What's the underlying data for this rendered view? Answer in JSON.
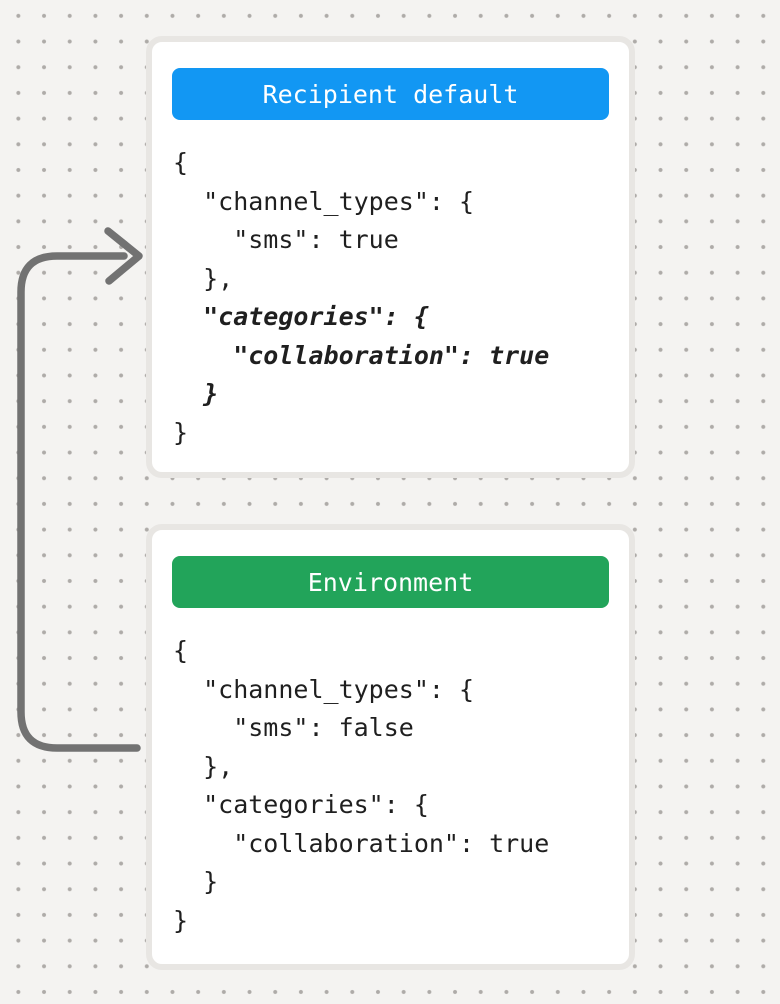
{
  "page": {
    "background": "#f4f3f1",
    "dot_color": "#aeaba8"
  },
  "arrow": {
    "color": "#727272",
    "meaning": "environment-default-merges-into-recipient-default"
  },
  "cards": [
    {
      "id": "recipient-default",
      "title": "Recipient default",
      "header_bg": "#1297f3",
      "code_lines": [
        {
          "text": "{",
          "inherited": false
        },
        {
          "text": "  \"channel_types\": {",
          "inherited": false
        },
        {
          "text": "    \"sms\": true",
          "inherited": false
        },
        {
          "text": "  },",
          "inherited": false
        },
        {
          "text": "  \"categories\": {",
          "inherited": true
        },
        {
          "text": "    \"collaboration\": true",
          "inherited": true
        },
        {
          "text": "  }",
          "inherited": true
        },
        {
          "text": "}",
          "inherited": false
        }
      ]
    },
    {
      "id": "environment",
      "title": "Environment",
      "header_bg": "#22a45a",
      "code_lines": [
        {
          "text": "{",
          "inherited": false
        },
        {
          "text": "  \"channel_types\": {",
          "inherited": false
        },
        {
          "text": "    \"sms\": false",
          "inherited": false
        },
        {
          "text": "  },",
          "inherited": false
        },
        {
          "text": "  \"categories\": {",
          "inherited": false
        },
        {
          "text": "    \"collaboration\": true",
          "inherited": false
        },
        {
          "text": "  }",
          "inherited": false
        },
        {
          "text": "}",
          "inherited": false
        }
      ]
    }
  ]
}
